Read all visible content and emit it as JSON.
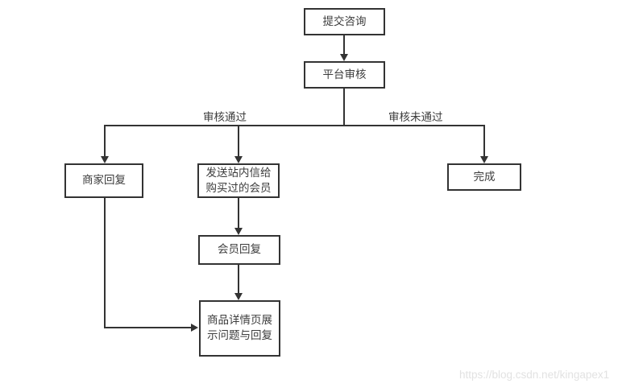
{
  "diagram": {
    "nodes": {
      "submit_inquiry": {
        "label": "提交咨询"
      },
      "platform_review": {
        "label": "平台审核"
      },
      "merchant_reply": {
        "label": "商家回复"
      },
      "send_site_message": {
        "label": "发送站内信给\n购买过的会员"
      },
      "complete": {
        "label": "完成"
      },
      "member_reply": {
        "label": "会员回复"
      },
      "product_detail_page": {
        "label": "商品详情页展\n示问题与回复"
      }
    },
    "edge_labels": {
      "approved": "审核通过",
      "not_approved": "审核未通过"
    },
    "colors": {
      "line": "#333333",
      "box_fill": "#ffffff",
      "text": "#3c3c3c",
      "watermark": "#e2e2e2",
      "background": "#ffffff"
    }
  },
  "watermark": {
    "text": "https://blog.csdn.net/kingapex1"
  }
}
